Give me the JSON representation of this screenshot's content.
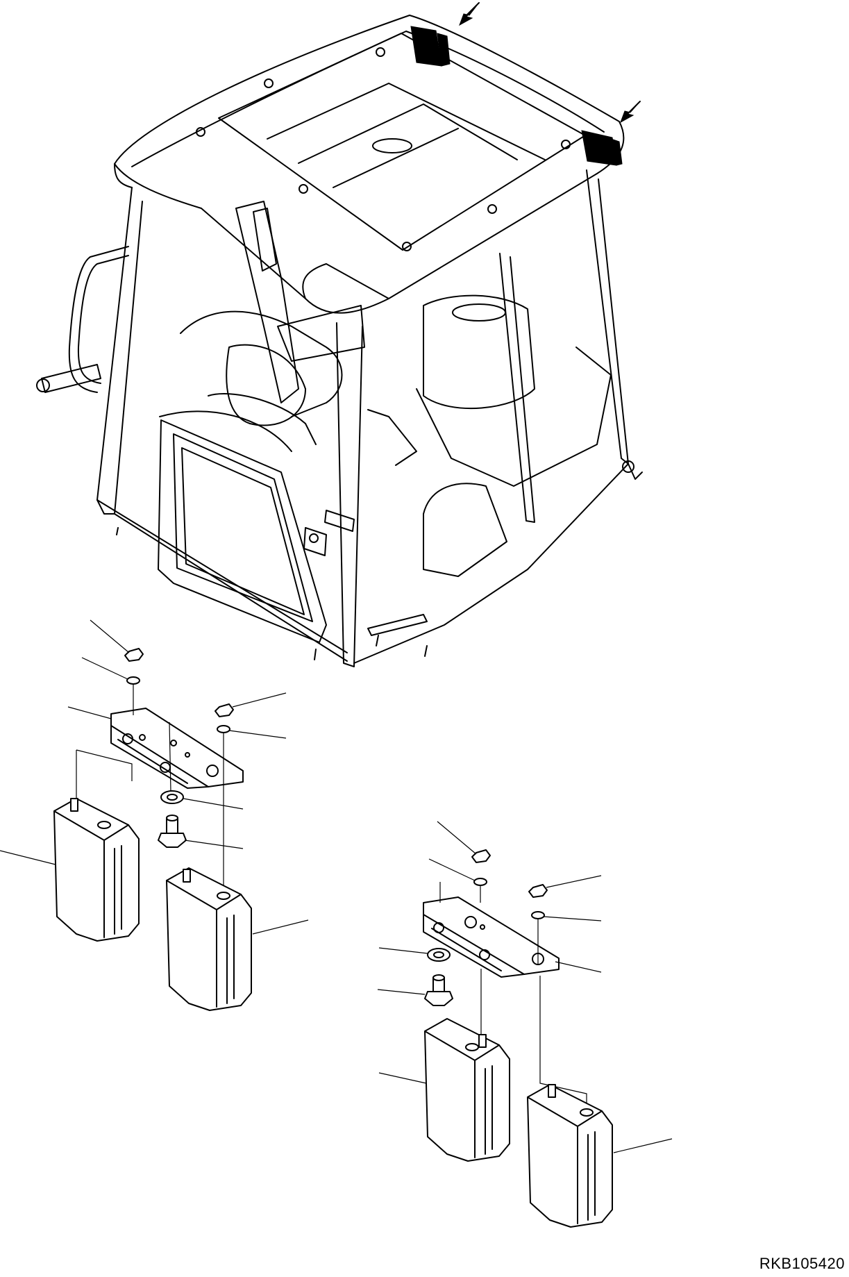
{
  "drawing": {
    "code": "RKB105420",
    "views": [
      "cab-assembly",
      "mount-set-left",
      "mount-set-right"
    ],
    "callout_arrows": 2,
    "leader_lines_without_labels": true
  }
}
